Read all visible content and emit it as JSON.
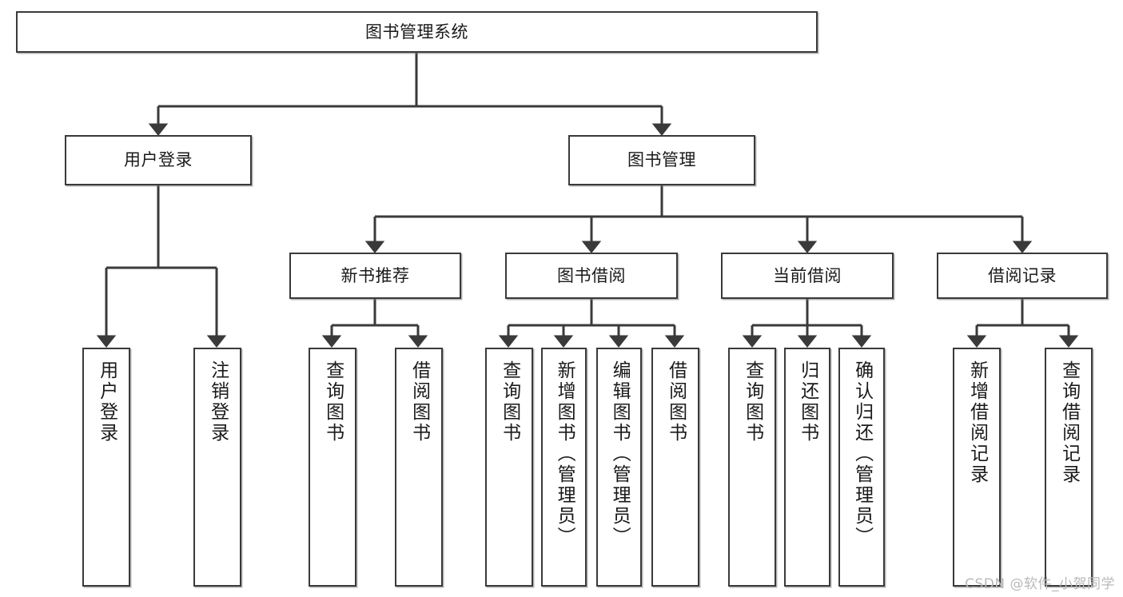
{
  "diagram": {
    "title": "图书管理系统",
    "type": "tree-hierarchy-chart",
    "watermark": "CSDN @软件_小贺同学",
    "colors": {
      "stroke": "#3a3a3a",
      "fill": "#ffffff",
      "text": "#1a1a1a",
      "watermark": "#b9b9b9"
    },
    "nodes": {
      "root": {
        "label": "图书管理系统"
      },
      "level2": [
        {
          "id": "user-login",
          "label": "用户登录"
        },
        {
          "id": "book-manage",
          "label": "图书管理"
        }
      ],
      "level3": [
        {
          "id": "new-book-recommend",
          "label": "新书推荐"
        },
        {
          "id": "book-borrow",
          "label": "图书借阅"
        },
        {
          "id": "current-borrow",
          "label": "当前借阅"
        },
        {
          "id": "borrow-record",
          "label": "借阅记录"
        }
      ],
      "leaves": {
        "user-login": [
          {
            "id": "leaf-user-login",
            "label": "用户登录"
          },
          {
            "id": "leaf-logout-login",
            "label": "注销登录"
          }
        ],
        "new-book-recommend": [
          {
            "id": "leaf-query-book-1",
            "label": "查询图书"
          },
          {
            "id": "leaf-borrow-book-1",
            "label": "借阅图书"
          }
        ],
        "book-borrow": [
          {
            "id": "leaf-query-book-2",
            "label": "查询图书"
          },
          {
            "id": "leaf-add-book",
            "label": "新增图书（管理员）"
          },
          {
            "id": "leaf-edit-book",
            "label": "编辑图书（管理员）"
          },
          {
            "id": "leaf-borrow-book-2",
            "label": "借阅图书"
          }
        ],
        "current-borrow": [
          {
            "id": "leaf-query-book-3",
            "label": "查询图书"
          },
          {
            "id": "leaf-return-book",
            "label": "归还图书"
          },
          {
            "id": "leaf-confirm-return",
            "label": "确认归还（管理员）"
          }
        ],
        "borrow-record": [
          {
            "id": "leaf-add-record",
            "label": "新增借阅记录"
          },
          {
            "id": "leaf-query-record",
            "label": "查询借阅记录"
          }
        ]
      }
    }
  }
}
